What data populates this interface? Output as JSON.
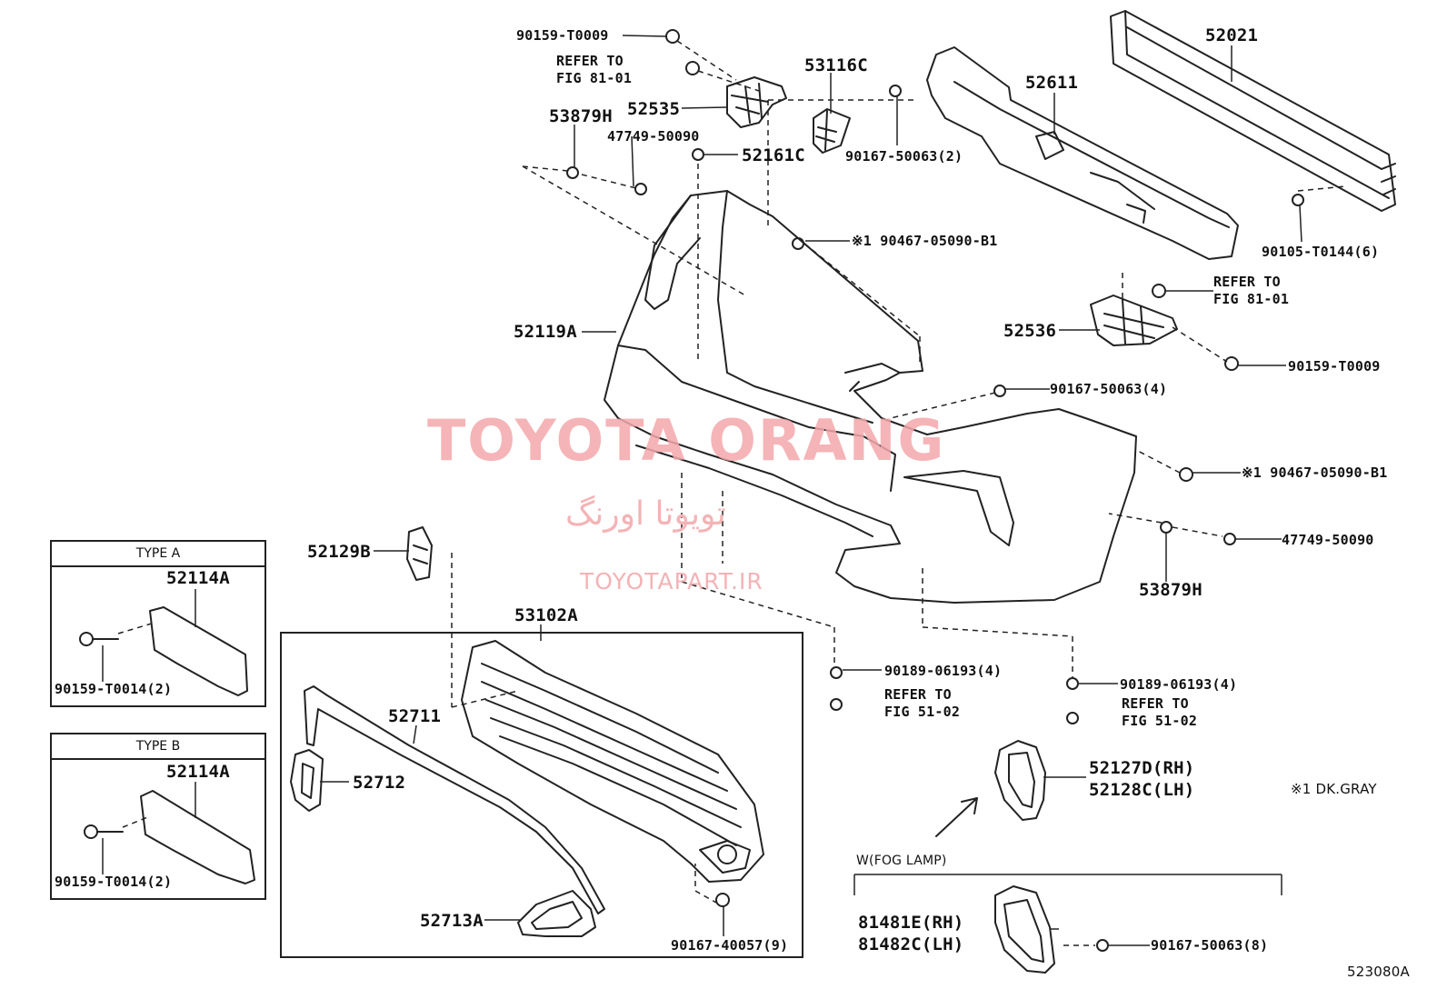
{
  "watermark": {
    "main": "TOYOTA ORANG",
    "persian": "تویوتا اورنگ",
    "site": "TOYOTAPART.IR"
  },
  "labels": {
    "p90159_T0009_top": "90159-T0009",
    "refer_81_01_top_a": "REFER TO",
    "refer_81_01_top_b": "FIG 81-01",
    "p52535": "52535",
    "p53116C": "53116C",
    "p52611": "52611",
    "p52021": "52021",
    "p53879H_top": "53879H",
    "p47749_top": "47749-50090",
    "p52161C": "52161C",
    "p90167_50063_2": "90167-50063(2)",
    "p90467_top": "※1 90467-05090-B1",
    "p90105": "90105-T0144(6)",
    "refer_81_01_right_a": "REFER TO",
    "refer_81_01_right_b": "FIG 81-01",
    "p52536": "52536",
    "p52119A": "52119A",
    "p90159_T0009_right": "90159-T0009",
    "p90167_50063_4": "90167-50063(4)",
    "p90467_right": "※1 90467-05090-B1",
    "p47749_right": "47749-50090",
    "p53879H_right": "53879H",
    "p52129B": "52129B",
    "p53102A": "53102A",
    "p52711": "52711",
    "p52712": "52712",
    "p52713A": "52713A",
    "p90167_40057": "90167-40057(9)",
    "p90189_a": "90189-06193(4)",
    "refer_51_02_a1": "REFER TO",
    "refer_51_02_a2": "FIG 51-02",
    "p90189_b": "90189-06193(4)",
    "refer_51_02_b1": "REFER TO",
    "refer_51_02_b2": "FIG 51-02",
    "p52127D": "52127D(RH)",
    "p52128C": "52128C(LH)",
    "note_dkgray": "※1 DK.GRAY",
    "fog_title": "W(FOG LAMP)",
    "p81481E": "81481E(RH)",
    "p81482C": "81482C(LH)",
    "p90167_50063_8": "90167-50063(8)",
    "diagram_id": "523080A"
  },
  "type_a": {
    "title": "TYPE  A",
    "part": "52114A",
    "bolt": "90159-T0014(2)"
  },
  "type_b": {
    "title": "TYPE  B",
    "part": "52114A",
    "bolt": "90159-T0014(2)"
  }
}
